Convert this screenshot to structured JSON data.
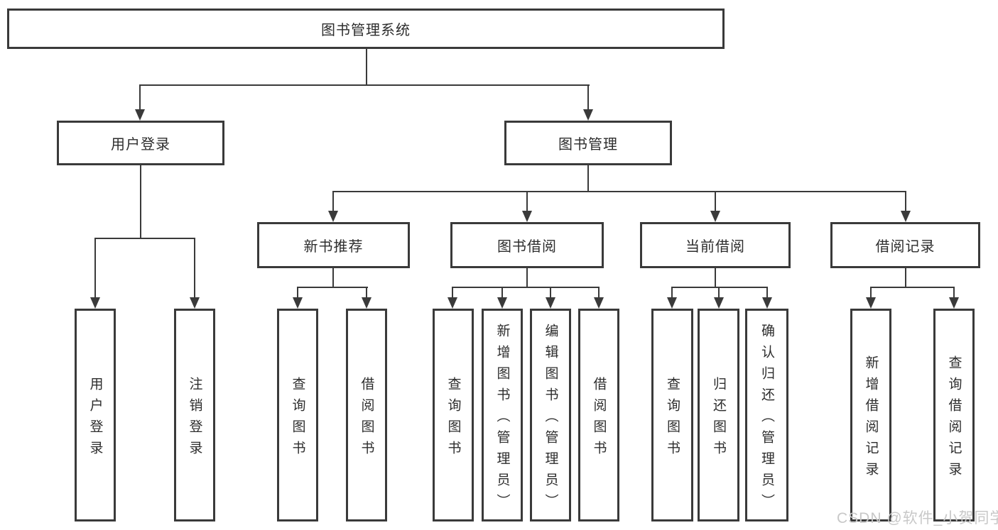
{
  "nodes": {
    "root": {
      "label": "图书管理系统"
    },
    "user_login": {
      "label": "用户登录"
    },
    "book_mgmt": {
      "label": "图书管理"
    },
    "new_book_rec": {
      "label": "新书推荐"
    },
    "book_borrow": {
      "label": "图书借阅"
    },
    "current_borrow": {
      "label": "当前借阅"
    },
    "borrow_record": {
      "label": "借阅记录"
    },
    "leaf_user_login": {
      "label": "用户登录"
    },
    "leaf_logout": {
      "label": "注销登录"
    },
    "leaf_nbr_query": {
      "label": "查询图书"
    },
    "leaf_nbr_borrow": {
      "label": "借阅图书"
    },
    "leaf_bb_query": {
      "label": "查询图书"
    },
    "leaf_bb_add": {
      "label": "新增图书（管理员）"
    },
    "leaf_bb_edit": {
      "label": "编辑图书（管理员）"
    },
    "leaf_bb_borrow": {
      "label": "借阅图书"
    },
    "leaf_cb_query": {
      "label": "查询图书"
    },
    "leaf_cb_return": {
      "label": "归还图书"
    },
    "leaf_cb_confirm": {
      "label": "确认归还（管理员）"
    },
    "leaf_br_add": {
      "label": "新增借阅记录"
    },
    "leaf_br_query": {
      "label": "查询借阅记录"
    }
  },
  "hierarchy": {
    "root": [
      "user_login",
      "book_mgmt"
    ],
    "user_login": [
      "leaf_user_login",
      "leaf_logout"
    ],
    "book_mgmt": [
      "new_book_rec",
      "book_borrow",
      "current_borrow",
      "borrow_record"
    ],
    "new_book_rec": [
      "leaf_nbr_query",
      "leaf_nbr_borrow"
    ],
    "book_borrow": [
      "leaf_bb_query",
      "leaf_bb_add",
      "leaf_bb_edit",
      "leaf_bb_borrow"
    ],
    "current_borrow": [
      "leaf_cb_query",
      "leaf_cb_return",
      "leaf_cb_confirm"
    ],
    "borrow_record": [
      "leaf_br_add",
      "leaf_br_query"
    ]
  },
  "watermark": {
    "text": "CSDN @软件_小贺同学"
  },
  "colors": {
    "line": "#3a3a3a",
    "box_border": "#3a3a3a",
    "text": "#2d2d2d",
    "watermark": "#c8c8c8",
    "background": "#ffffff"
  }
}
